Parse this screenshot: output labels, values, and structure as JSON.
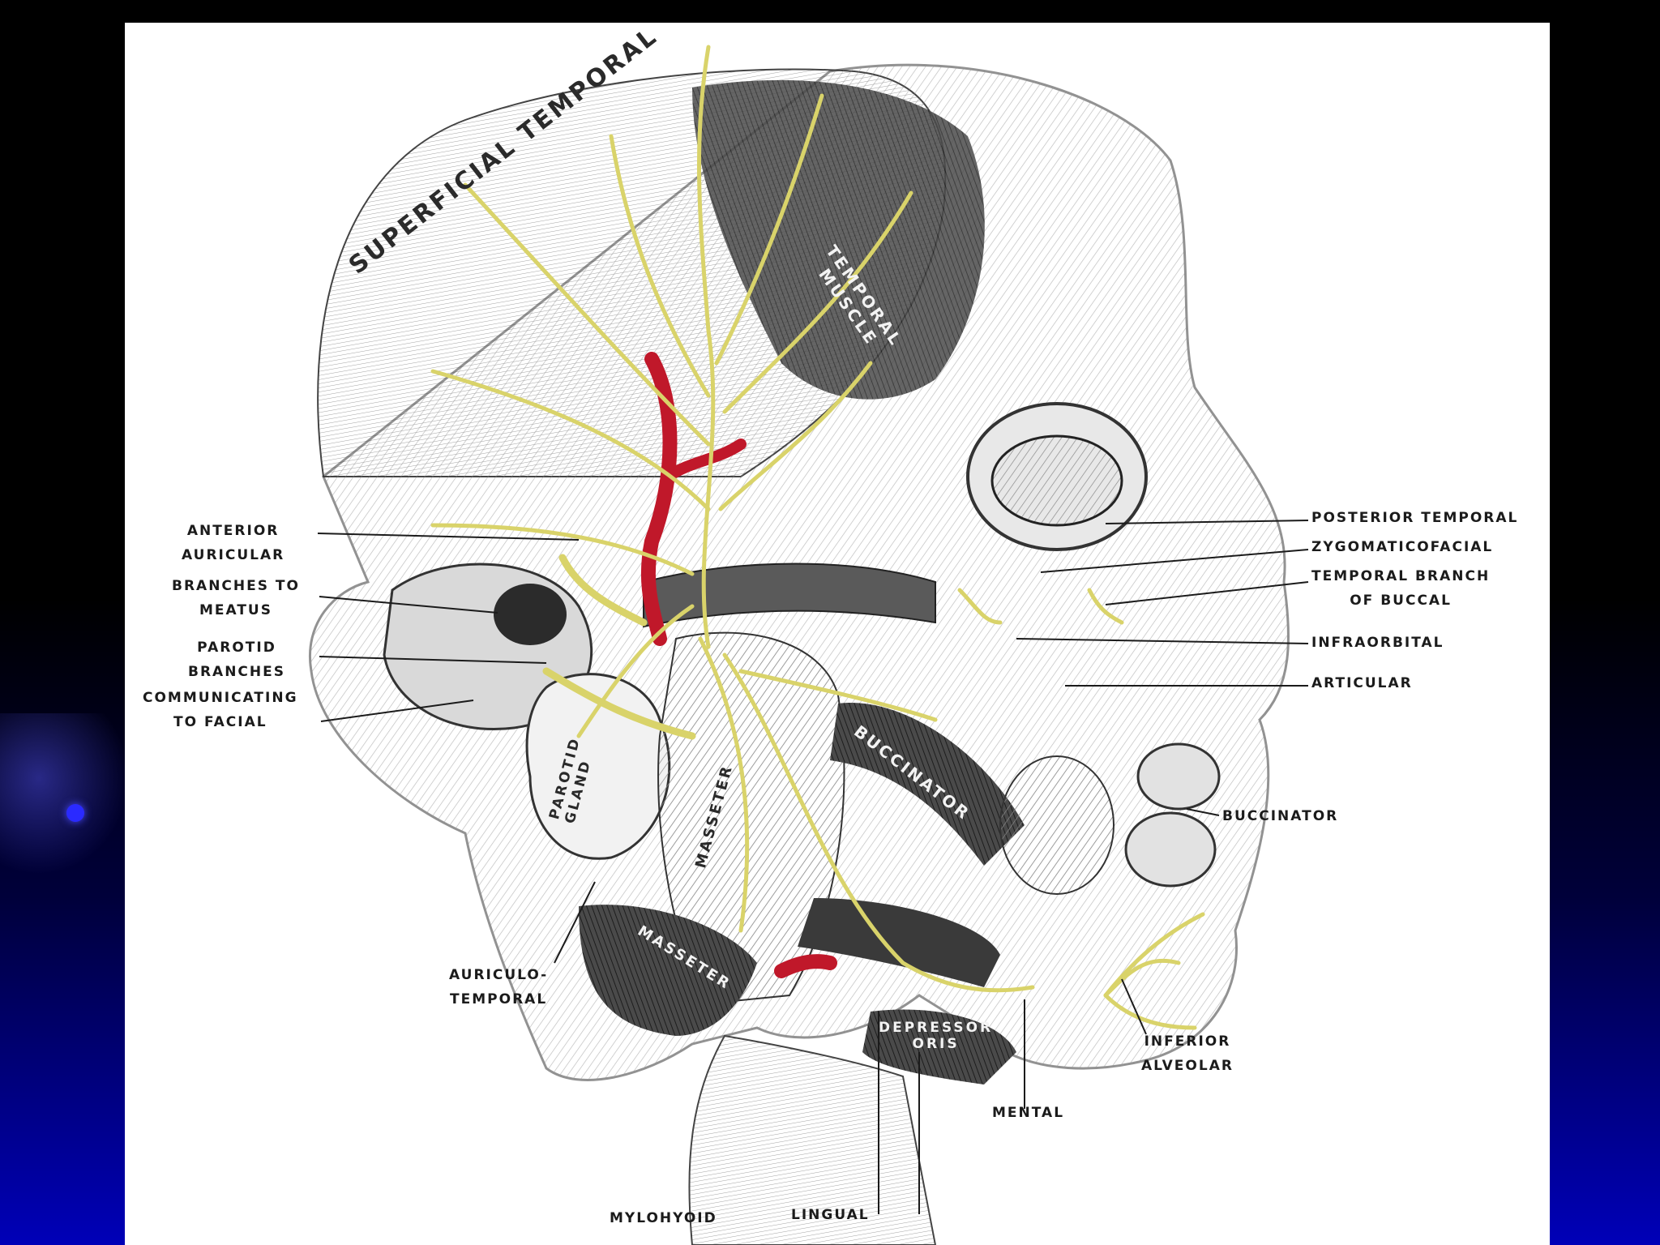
{
  "labels_left": {
    "anterior_auricular": [
      "ANTERIOR",
      "AURICULAR"
    ],
    "branches_to_meatus": [
      "BRANCHES TO",
      "MEATUS"
    ],
    "parotid_branches": [
      "PAROTID",
      "BRANCHES"
    ],
    "communicating_to_facial": [
      "COMMUNICATING",
      "TO FACIAL"
    ],
    "auriculo_temporal": [
      "AURICULO-",
      "TEMPORAL"
    ]
  },
  "labels_right": {
    "posterior_temporal": "POSTERIOR TEMPORAL",
    "zygomaticofacial": "ZYGOMATICOFACIAL",
    "temporal_branch_of_buccal": [
      "TEMPORAL BRANCH",
      "OF BUCCAL"
    ],
    "infraorbital": "INFRAORBITAL",
    "articular": "ARTICULAR",
    "buccinator": "BUCCINATOR",
    "inferior_alveolar": [
      "INFERIOR",
      "ALVEOLAR"
    ],
    "mental": "MENTAL"
  },
  "labels_bottom": {
    "mylohyoid": "MYLOHYOID",
    "lingual": "LINGUAL"
  },
  "muscle_labels": {
    "superficial_temporal": "SUPERFICIAL TEMPORAL",
    "temporal_muscle": [
      "TEMPORAL",
      "MUSCLE"
    ],
    "parotid_gland": [
      "PAROTID",
      "GLAND"
    ],
    "masseter_upper": "MASSETER",
    "masseter_lower": "MASSETER",
    "buccinator_muscle": "BUCCINATOR",
    "depressor_oris": [
      "DEPRESSOR",
      "ORIS"
    ]
  },
  "colors": {
    "nerve": "#d9d36a",
    "artery": "#c0182a",
    "background_bottom": "#0000b8"
  }
}
